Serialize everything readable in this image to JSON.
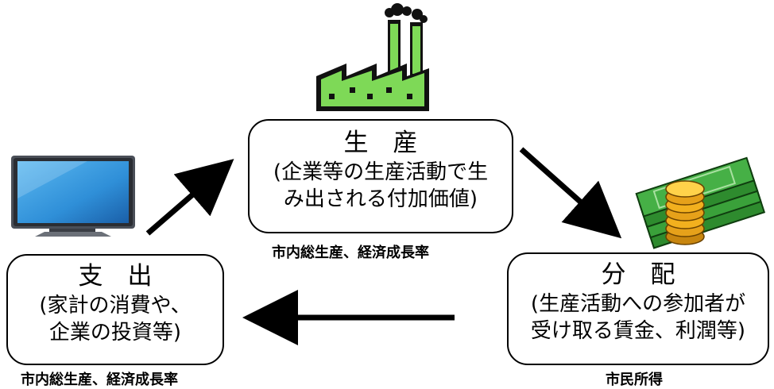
{
  "nodes": {
    "production": {
      "title": "生　産",
      "desc_line1": "(企業等の生産活動で生",
      "desc_line2": "み出される付加価値)",
      "caption": "市内総生産、経済成長率",
      "icon": "factory-icon"
    },
    "distribution": {
      "title": "分　配",
      "desc_line1": "(生産活動への参加者が",
      "desc_line2": "受け取る賃金、利潤等)",
      "caption": "市民所得",
      "icon": "money-icon"
    },
    "expenditure": {
      "title": "支　出",
      "desc_line1": "(家計の消費や、",
      "desc_line2": "企業の投資等)",
      "caption": "市内総生産、経済成長率",
      "icon": "television-icon"
    }
  },
  "colors": {
    "factory_green": "#7ed957",
    "tv_blue": "#2f8fd8",
    "money_green": "#2e8b2e",
    "coin_gold": "#f2b01e"
  }
}
